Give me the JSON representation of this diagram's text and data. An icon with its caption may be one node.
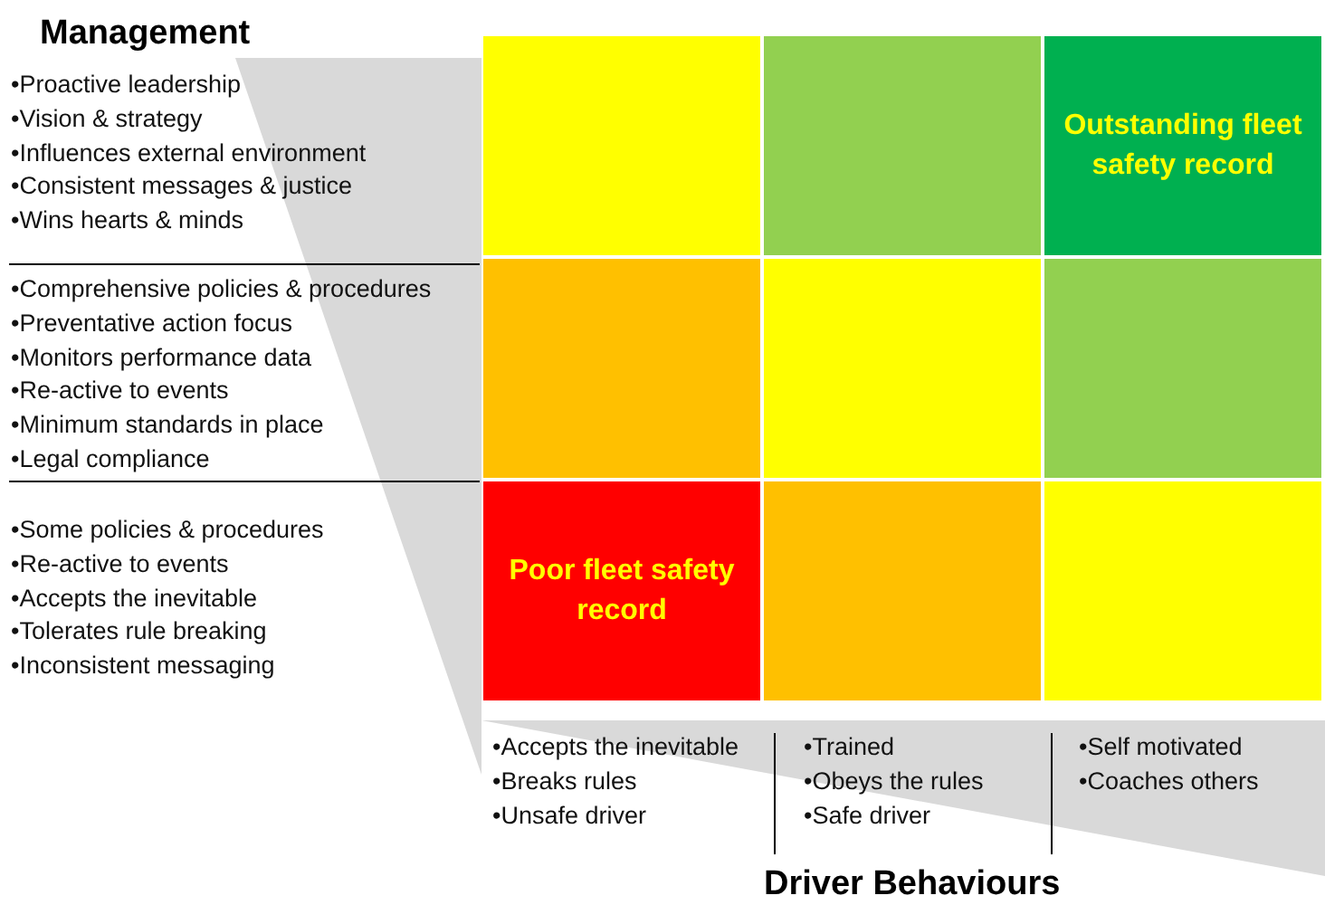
{
  "diagram": {
    "nodes": [
      {
        "text": [],
        "shape": "box"
      },
      {
        "text": [],
        "shape": "box"
      },
      {
        "text": [
          "Outstanding fleet safety record"
        ]
      },
      {
        "text": [],
        "shape": "box"
      },
      {
        "text": [],
        "shape": "box"
      },
      {
        "text": [],
        "shape": "box"
      },
      {
        "text": [
          "Poor fleet safety record"
        ]
      },
      {
        "text": [],
        "shape": "box"
      },
      {
        "text": [],
        "shape": "box"
      }
    ],
    "edges": [],
    "labels": [
      "Management",
      "•Proactive leadership",
      "•Vision & strategy",
      "•Influences external environment",
      "•Consistent messages & justice",
      "•Wins hearts & minds",
      "•Comprehensive policies & procedures",
      "•Preventative action focus",
      "•Monitors performance data",
      "•Re-active to events",
      "•Minimum standards in place",
      "•Legal compliance",
      "•Some policies & procedures",
      "•Re-active to events",
      "•Accepts the inevitable",
      "•Tolerates rule breaking",
      "•Inconsistent messaging",
      "•Accepts the inevitable",
      "•Breaks rules",
      "•Unsafe driver",
      "•Trained",
      "•Obeys the rules",
      "•Safe driver",
      "•Self motivated",
      "•Coaches others",
      "Driver Behaviours"
    ]
  }
}
